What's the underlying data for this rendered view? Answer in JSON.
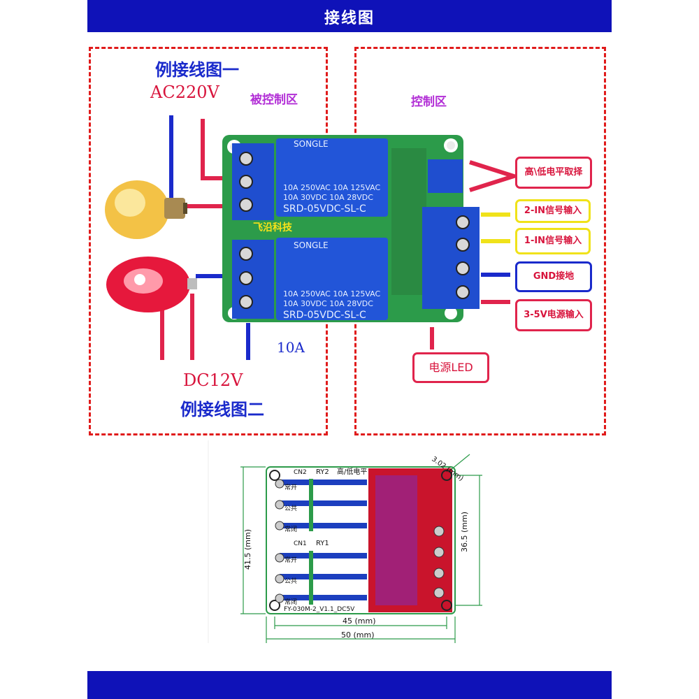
{
  "header": {
    "title": "接线图"
  },
  "zones": {
    "controlled": "被控制区",
    "control": "控制区"
  },
  "left_labels": {
    "example1": "例接线图一",
    "ac": "AC220V",
    "amp": "10A",
    "dc": "DC12V",
    "example2": "例接线图二"
  },
  "board": {
    "relay_brand": "SONGLE",
    "relay_rating_1": "10A 250VAC  10A 125VAC",
    "relay_rating_2": "10A  30VDC  10A  28VDC",
    "relay_model": "SRD-05VDC-SL-C",
    "watermark": "飞沿科技"
  },
  "callouts": {
    "level_select": "高\\低电平取择",
    "in2": "2-IN信号输入",
    "in1": "1-IN信号输入",
    "gnd": "GND接地",
    "power_in": "3-5V电源输入",
    "power_led": "电源LED"
  },
  "pcb": {
    "ry2": "RY2",
    "ry1": "RY1",
    "cn2": "CN2",
    "cn1": "CN1",
    "top_note": "高/低电平",
    "no": "常开",
    "com": "公共",
    "nc": "常闭",
    "version": "FY-030M-2_V1.1_DC5V",
    "dim_height": "41.5 (mm)",
    "dim_inner_height": "36.5 (mm)",
    "dim_hole": "3.02 (mm)",
    "dim_inner_width": "45 (mm)",
    "dim_width": "50 (mm)"
  },
  "colors": {
    "banner": "#0f12b8",
    "dash": "#e01b1b",
    "accent_red": "#d8143c",
    "accent_blue": "#1a2acb",
    "pcb_green": "#2c9b4a"
  }
}
